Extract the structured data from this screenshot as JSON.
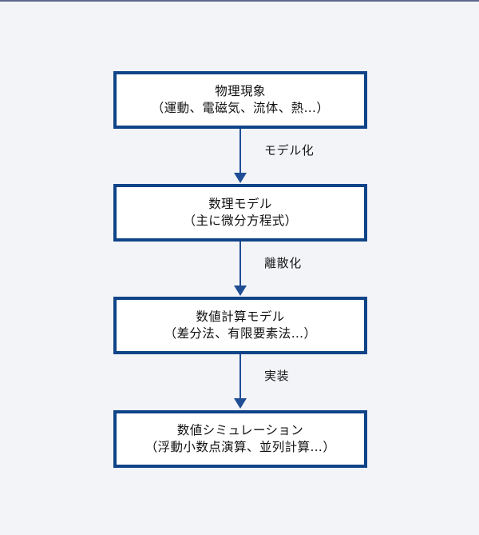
{
  "diagram": {
    "title_text": "",
    "background_color": "#f2f4f8",
    "node_border_color": "#104488",
    "node_fill_color": "#ffffff",
    "arrow_color": "#1f4e96",
    "nodes": [
      {
        "id": "physical-phenomenon",
        "title": "物理現象",
        "subtitle": "（運動、電磁気、流体、熱…）"
      },
      {
        "id": "mathematical-model",
        "title": "数理モデル",
        "subtitle": "（主に微分方程式）"
      },
      {
        "id": "numerical-computation-model",
        "title": "数値計算モデル",
        "subtitle": "（差分法、有限要素法…）"
      },
      {
        "id": "numerical-simulation",
        "title": "数値シミュレーション",
        "subtitle": "（浮動小数点演算、並列計算…）"
      }
    ],
    "edges": [
      {
        "id": "modeling",
        "label": "モデル化",
        "from": "physical-phenomenon",
        "to": "mathematical-model"
      },
      {
        "id": "discretization",
        "label": "離散化",
        "from": "mathematical-model",
        "to": "numerical-computation-model"
      },
      {
        "id": "implementation",
        "label": "実装",
        "from": "numerical-computation-model",
        "to": "numerical-simulation"
      }
    ]
  }
}
